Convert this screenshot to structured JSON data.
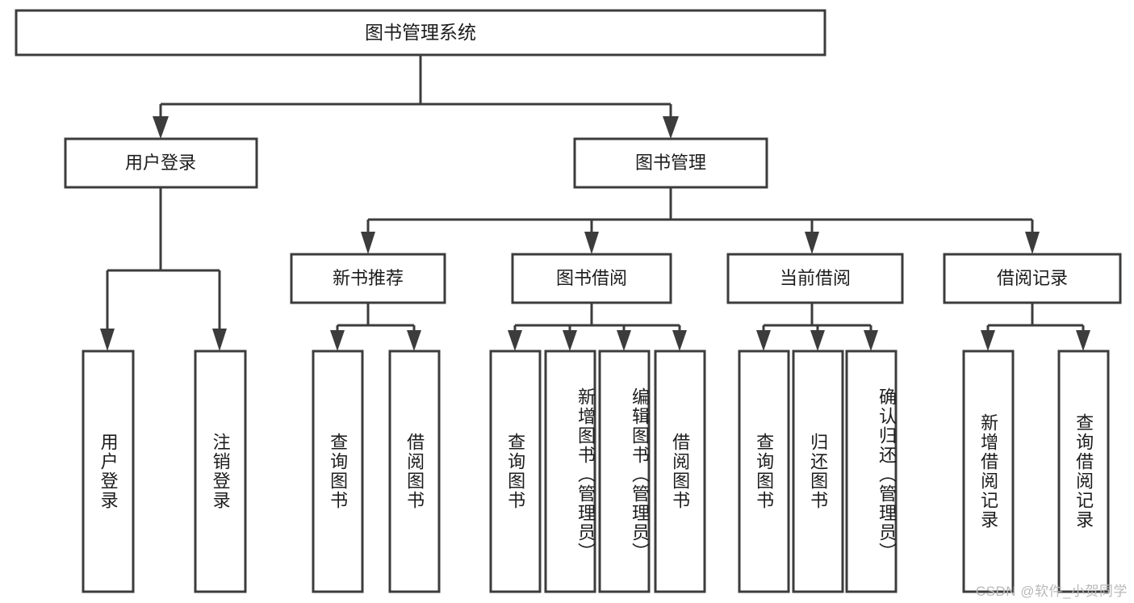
{
  "diagram": {
    "type": "hierarchy-tree",
    "title_node": {
      "label": "图书管理系统"
    },
    "level2": [
      {
        "id": "user-login",
        "label": "用户登录"
      },
      {
        "id": "book-management",
        "label": "图书管理"
      }
    ],
    "level3": [
      {
        "id": "new-book-recommend",
        "label": "新书推荐",
        "parent": "book-management"
      },
      {
        "id": "book-borrow",
        "label": "图书借阅",
        "parent": "book-management"
      },
      {
        "id": "current-borrow",
        "label": "当前借阅",
        "parent": "book-management"
      },
      {
        "id": "borrow-record",
        "label": "借阅记录",
        "parent": "book-management"
      }
    ],
    "leaves": {
      "user_login": [
        {
          "id": "leaf-user-login",
          "label": "用户登录"
        },
        {
          "id": "leaf-logout-login",
          "label": "注销登录"
        }
      ],
      "new_book_recommend": [
        {
          "id": "leaf-query-book-1",
          "label": "查询图书"
        },
        {
          "id": "leaf-borrow-book-1",
          "label": "借阅图书"
        }
      ],
      "book_borrow": [
        {
          "id": "leaf-query-book-2",
          "label": "查询图书"
        },
        {
          "id": "leaf-add-book",
          "label": "新增图书（管理员）"
        },
        {
          "id": "leaf-edit-book",
          "label": "编辑图书（管理员）"
        },
        {
          "id": "leaf-borrow-book-2",
          "label": "借阅图书"
        }
      ],
      "current_borrow": [
        {
          "id": "leaf-query-book-3",
          "label": "查询图书"
        },
        {
          "id": "leaf-return-book",
          "label": "归还图书"
        },
        {
          "id": "leaf-confirm-return",
          "label": "确认归还（管理员）"
        }
      ],
      "borrow_record": [
        {
          "id": "leaf-add-borrow-record",
          "label": "新增借阅记录"
        },
        {
          "id": "leaf-query-borrow-record",
          "label": "查询借阅记录"
        }
      ]
    }
  },
  "watermark": {
    "text": "CSDN @软件_小贺同学"
  },
  "colors": {
    "background": "#ffffff",
    "stroke": "#3c3c3c",
    "box_fill": "#ffffff",
    "text": "#1c1c1c",
    "watermark": "#b9b9b9"
  }
}
